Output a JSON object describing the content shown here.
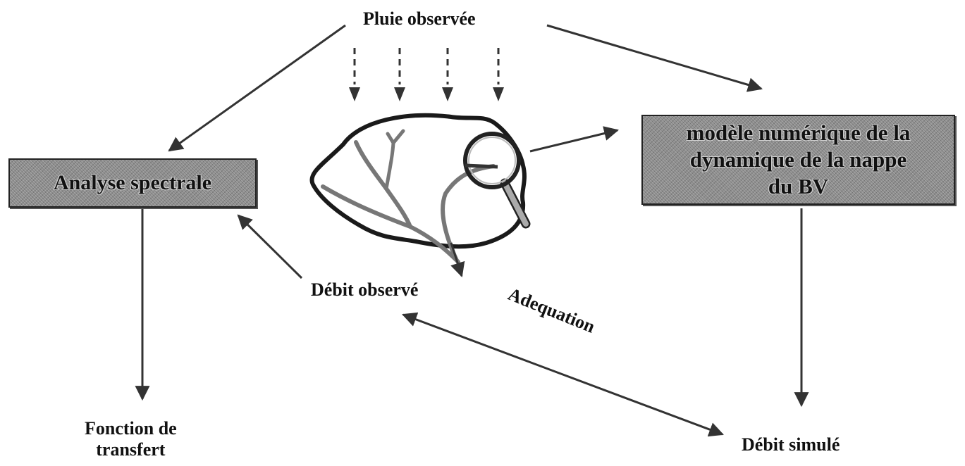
{
  "diagram": {
    "rain_label": "Pluie observée",
    "spectral_box": "Analyse spectrale",
    "model_box_line1": "modèle numérique de la",
    "model_box_line2": "dynamique de la nappe",
    "model_box_line3": "du BV",
    "observed_flow": "Débit observé",
    "simulated_flow": "Débit simulé",
    "transfer_line1": "Fonction de",
    "transfer_line2": "transfert",
    "adequation": "Adequation"
  },
  "icons": [
    "watershed-icon",
    "magnifier-icon",
    "rain-arrow-icon"
  ]
}
